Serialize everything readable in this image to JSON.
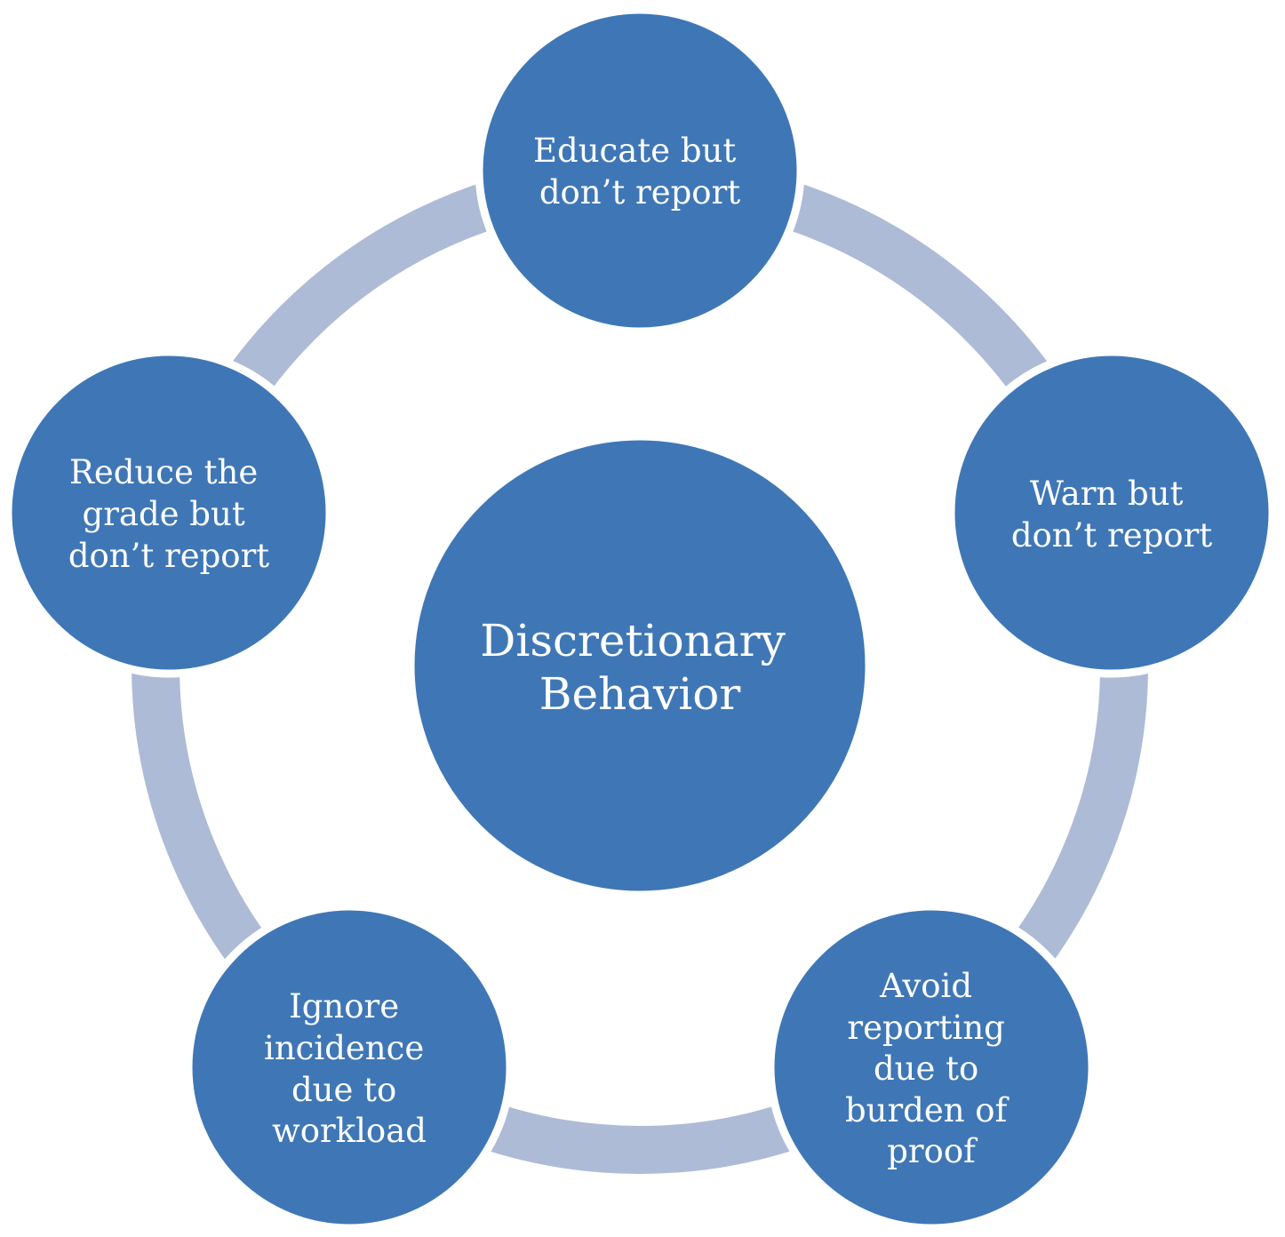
{
  "colors": {
    "node_fill": "#3f77b6",
    "ring": "#adbbd6",
    "text": "#ffffff",
    "background": "#ffffff"
  },
  "center": {
    "lines": [
      "Discretionary",
      "Behavior"
    ]
  },
  "nodes": [
    {
      "id": "educate",
      "lines": [
        "Educate but",
        "don’t report"
      ]
    },
    {
      "id": "warn",
      "lines": [
        "Warn but",
        "don’t report"
      ]
    },
    {
      "id": "avoid",
      "lines": [
        "Avoid",
        "reporting",
        "due to",
        "burden of",
        "proof"
      ]
    },
    {
      "id": "ignore",
      "lines": [
        "Ignore",
        "incidence",
        "due to",
        "workload"
      ]
    },
    {
      "id": "reduce",
      "lines": [
        "Reduce the",
        "grade but",
        "don’t report"
      ]
    }
  ]
}
